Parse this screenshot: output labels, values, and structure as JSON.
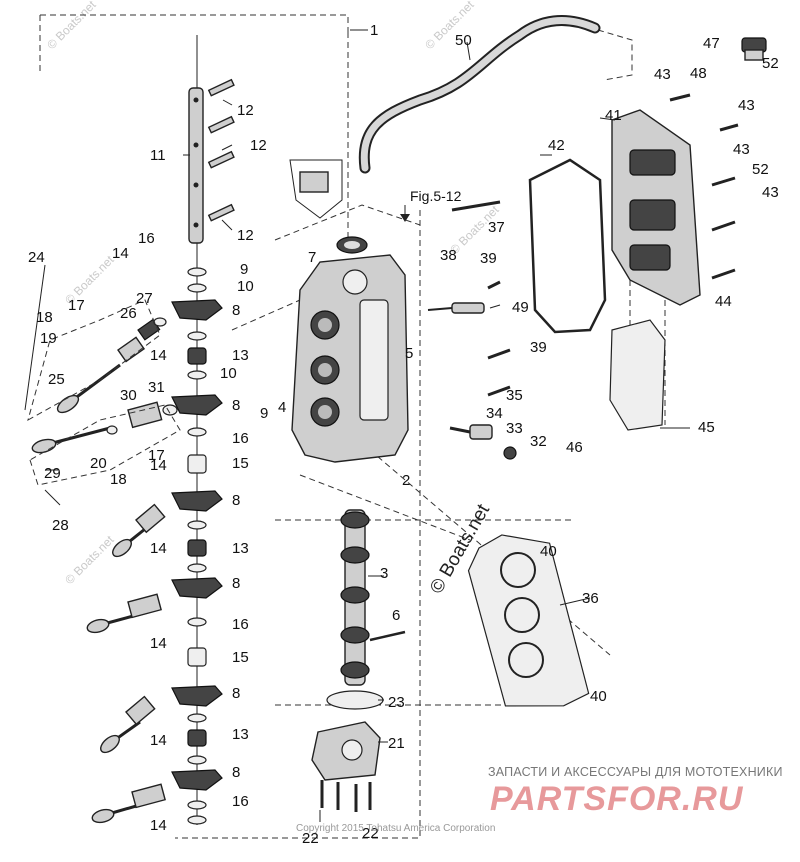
{
  "diagram": {
    "reference": "Fig.5-12",
    "watermark": "© Boats.net",
    "brand_tagline": "ЗАПАСТИ И АКСЕССУАРЫ ДЛЯ МОТОТЕХНИКИ",
    "brand_logo": "PARTSFOR.RU",
    "copyright": "Copyright 2015 Tohatsu America Corporation",
    "callouts": [
      {
        "id": "c1",
        "text": "1"
      },
      {
        "id": "c2",
        "text": "2"
      },
      {
        "id": "c3",
        "text": "3"
      },
      {
        "id": "c4",
        "text": "4"
      },
      {
        "id": "c5",
        "text": "5"
      },
      {
        "id": "c6",
        "text": "6"
      },
      {
        "id": "c7",
        "text": "7"
      },
      {
        "id": "c8a",
        "text": "8"
      },
      {
        "id": "c8b",
        "text": "8"
      },
      {
        "id": "c8c",
        "text": "8"
      },
      {
        "id": "c8d",
        "text": "8"
      },
      {
        "id": "c8e",
        "text": "8"
      },
      {
        "id": "c8f",
        "text": "8"
      },
      {
        "id": "c9a",
        "text": "9"
      },
      {
        "id": "c9b",
        "text": "9"
      },
      {
        "id": "c10a",
        "text": "10"
      },
      {
        "id": "c10b",
        "text": "10"
      },
      {
        "id": "c11",
        "text": "11"
      },
      {
        "id": "c12a",
        "text": "12"
      },
      {
        "id": "c12b",
        "text": "12"
      },
      {
        "id": "c12c",
        "text": "12"
      },
      {
        "id": "c13a",
        "text": "13"
      },
      {
        "id": "c13b",
        "text": "13"
      },
      {
        "id": "c13c",
        "text": "13"
      },
      {
        "id": "c14a",
        "text": "14"
      },
      {
        "id": "c14b",
        "text": "14"
      },
      {
        "id": "c14c",
        "text": "14"
      },
      {
        "id": "c14d",
        "text": "14"
      },
      {
        "id": "c14e",
        "text": "14"
      },
      {
        "id": "c14f",
        "text": "14"
      },
      {
        "id": "c14g",
        "text": "14"
      },
      {
        "id": "c15a",
        "text": "15"
      },
      {
        "id": "c15b",
        "text": "15"
      },
      {
        "id": "c16a",
        "text": "16"
      },
      {
        "id": "c16b",
        "text": "16"
      },
      {
        "id": "c16c",
        "text": "16"
      },
      {
        "id": "c16d",
        "text": "16"
      },
      {
        "id": "c17a",
        "text": "17"
      },
      {
        "id": "c17b",
        "text": "17"
      },
      {
        "id": "c18a",
        "text": "18"
      },
      {
        "id": "c18b",
        "text": "18"
      },
      {
        "id": "c19",
        "text": "19"
      },
      {
        "id": "c20",
        "text": "20"
      },
      {
        "id": "c21",
        "text": "21"
      },
      {
        "id": "c22a",
        "text": "22"
      },
      {
        "id": "c22b",
        "text": "22"
      },
      {
        "id": "c23",
        "text": "23"
      },
      {
        "id": "c24",
        "text": "24"
      },
      {
        "id": "c25",
        "text": "25"
      },
      {
        "id": "c26",
        "text": "26"
      },
      {
        "id": "c27",
        "text": "27"
      },
      {
        "id": "c28",
        "text": "28"
      },
      {
        "id": "c29",
        "text": "29"
      },
      {
        "id": "c30",
        "text": "30"
      },
      {
        "id": "c31",
        "text": "31"
      },
      {
        "id": "c32",
        "text": "32"
      },
      {
        "id": "c33",
        "text": "33"
      },
      {
        "id": "c34",
        "text": "34"
      },
      {
        "id": "c35",
        "text": "35"
      },
      {
        "id": "c36",
        "text": "36"
      },
      {
        "id": "c37",
        "text": "37"
      },
      {
        "id": "c38",
        "text": "38"
      },
      {
        "id": "c39a",
        "text": "39"
      },
      {
        "id": "c39b",
        "text": "39"
      },
      {
        "id": "c40a",
        "text": "40"
      },
      {
        "id": "c40b",
        "text": "40"
      },
      {
        "id": "c41",
        "text": "41"
      },
      {
        "id": "c42",
        "text": "42"
      },
      {
        "id": "c43a",
        "text": "43"
      },
      {
        "id": "c43b",
        "text": "43"
      },
      {
        "id": "c43c",
        "text": "43"
      },
      {
        "id": "c43d",
        "text": "43"
      },
      {
        "id": "c44",
        "text": "44"
      },
      {
        "id": "c45",
        "text": "45"
      },
      {
        "id": "c46",
        "text": "46"
      },
      {
        "id": "c47",
        "text": "47"
      },
      {
        "id": "c48",
        "text": "48"
      },
      {
        "id": "c49",
        "text": "49"
      },
      {
        "id": "c50",
        "text": "50"
      },
      {
        "id": "c52a",
        "text": "52"
      },
      {
        "id": "c52b",
        "text": "52"
      }
    ]
  }
}
